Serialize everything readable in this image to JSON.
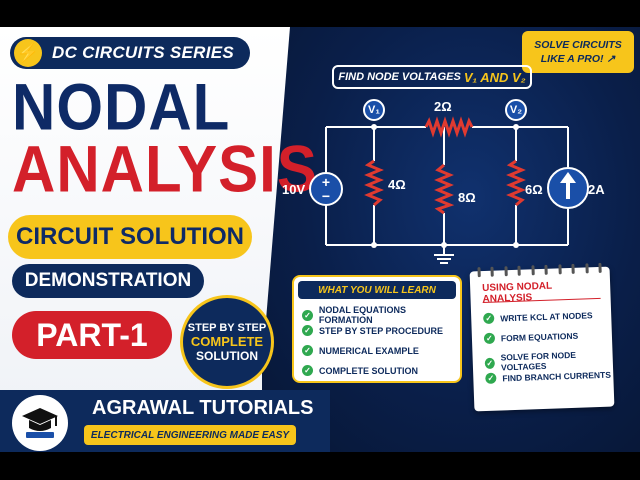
{
  "header": {
    "series": "DC CIRCUITS SERIES",
    "title_line1": "NODAL",
    "title_line2": "ANALYSIS",
    "band_yellow": "CIRCUIT SOLUTION",
    "band_navy": "DEMONSTRATION",
    "part": "PART-1"
  },
  "step_badge": {
    "line1": "STEP BY STEP",
    "line2": "COMPLETE",
    "line3": "SOLUTION"
  },
  "brand": {
    "name": "AGRAWAL TUTORIALS",
    "tagline": "ELECTRICAL ENGINEERING MADE EASY"
  },
  "solve_badge": {
    "line1": "SOLVE CIRCUITS",
    "line2": "LIKE A PRO! ↗"
  },
  "circuit": {
    "prompt": "FIND NODE VOLTAGES",
    "prompt_vars": "V₁ AND V₂",
    "node1": "V₁",
    "node2": "V₂",
    "r_top": "2Ω",
    "r1": "4Ω",
    "r2": "8Ω",
    "r3": "6Ω",
    "source_v": "10V",
    "source_i": "2A"
  },
  "learn": {
    "heading": "WHAT YOU WILL LEARN",
    "items": [
      "NODAL EQUATIONS FORMATION",
      "STEP BY STEP PROCEDURE",
      "NUMERICAL EXAMPLE",
      "COMPLETE SOLUTION"
    ]
  },
  "notes": {
    "heading": "USING NODAL ANALYSIS",
    "items": [
      "WRITE KCL AT NODES",
      "FORM EQUATIONS",
      "SOLVE FOR NODE VOLTAGES",
      "FIND BRANCH CURRENTS"
    ]
  },
  "colors": {
    "navy": "#0d2a5c",
    "red": "#d3202a",
    "yellow": "#f7c51b",
    "node_blue": "#1a4fa8",
    "check_green": "#2fa84f"
  }
}
